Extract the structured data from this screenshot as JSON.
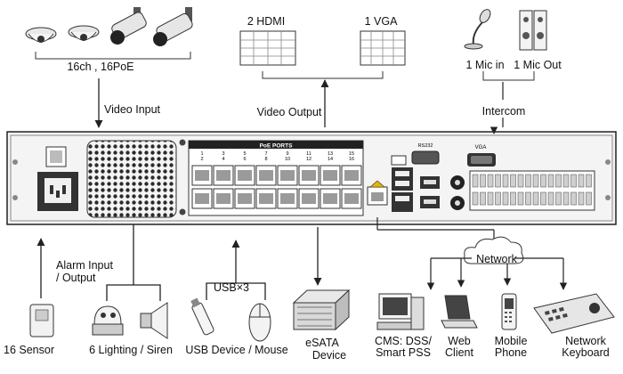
{
  "video_input": {
    "group_label": "16ch , 16PoE",
    "connector_label": "Video Input",
    "devices": [
      "dome-camera",
      "dome-camera",
      "bullet-camera",
      "bullet-camera"
    ]
  },
  "video_output": {
    "hdmi_label": "2 HDMI",
    "vga_label": "1 VGA",
    "connector_label": "Video Output"
  },
  "intercom": {
    "mic_in_label": "1 Mic in",
    "mic_out_label": "1 Mic Out",
    "connector_label": "Intercom"
  },
  "rear_panel": {
    "poe_header": "PoE PORTS",
    "poe_top_numbers": [
      "1",
      "3",
      "5",
      "7",
      "9",
      "11",
      "13",
      "15"
    ],
    "poe_bottom_numbers": [
      "2",
      "4",
      "6",
      "8",
      "10",
      "12",
      "14",
      "16"
    ],
    "rs232_label": "RS232",
    "vga_port_label": "VGA"
  },
  "sensor": {
    "label": "16 Sensor"
  },
  "alarm": {
    "label_line1": "Alarm Input",
    "label_line2": "/ Output",
    "device_label": "6 Lighting / Siren"
  },
  "usb": {
    "count_label": "USB×3",
    "device_label": "USB Device / Mouse"
  },
  "esata": {
    "label_line1": "eSATA",
    "label_line2": "Device"
  },
  "network": {
    "cloud_label": "Network",
    "clients": [
      {
        "line1": "CMS: DSS/",
        "line2": "Smart PSS"
      },
      {
        "line1": "Web",
        "line2": "Client"
      },
      {
        "line1": "Mobile",
        "line2": "Phone"
      },
      {
        "line1": "Network",
        "line2": "Keyboard"
      }
    ]
  }
}
